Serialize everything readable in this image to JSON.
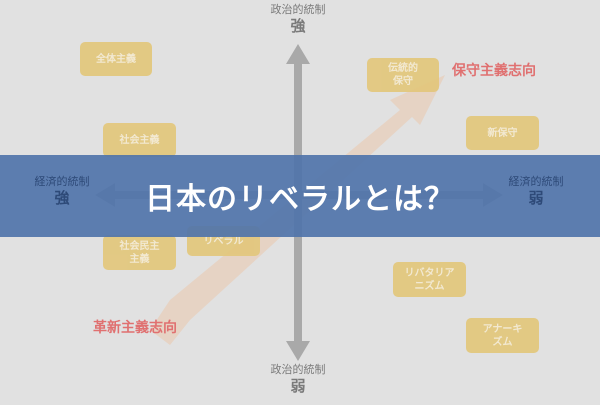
{
  "axes": {
    "top": {
      "label": "政治的統制",
      "value": "強"
    },
    "bottom": {
      "label": "政治的統制",
      "value": "弱"
    },
    "left": {
      "label": "経済的統制",
      "value": "強"
    },
    "right": {
      "label": "経済的統制",
      "value": "弱"
    }
  },
  "directions": {
    "conservative": "保守主義志向",
    "progressive": "革新主義志向"
  },
  "boxes": [
    "全体主義",
    "伝統的\n保守",
    "社会主義",
    "新保守",
    "社会民主\n主義",
    "リベラル",
    "リバタリア\nニズム",
    "アナーキ\nズム"
  ],
  "banner": {
    "title": "日本のリベラルとは？"
  },
  "colors": {
    "box": "#e3c77c",
    "direction": "#e07070",
    "banner": "#5074aa",
    "arrow": "#a9a9a9"
  }
}
